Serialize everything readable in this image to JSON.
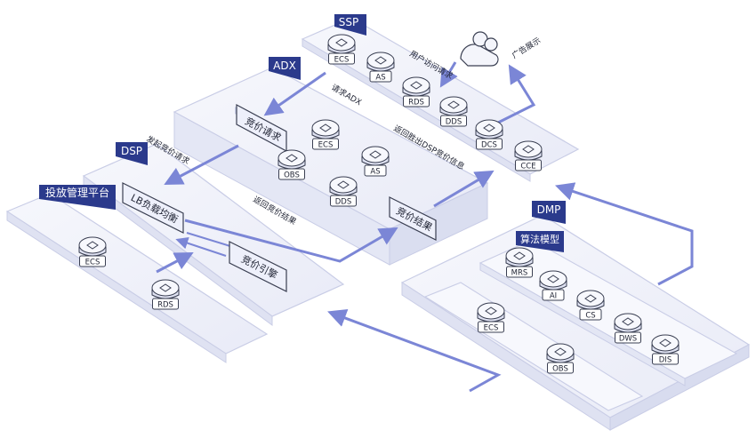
{
  "colors": {
    "platform_fill": "#f3f4fb",
    "platform_stroke": "#c9cde6",
    "arrow": "#7b86d6",
    "tag_fill": "#2b3a8c",
    "tag_text": "#ffffff",
    "badge_fill": "#ffffff",
    "badge_stroke": "#3a3f52",
    "box_fill": "#eef0fb",
    "text": "#1f2333"
  },
  "platforms": {
    "ssp": {
      "label": "SSP"
    },
    "adx": {
      "label": "ADX"
    },
    "dsp": {
      "label": "DSP"
    },
    "mgmt": {
      "label": "投放管理平台"
    },
    "dmp": {
      "label": "DMP"
    },
    "algo": {
      "label": "算法模型"
    }
  },
  "boxes": {
    "bid_request": "竞价请求",
    "bid_result": "竞价结果",
    "lb": "LB负载均衡",
    "bid_engine": "竞价引擎"
  },
  "services": [
    {
      "id": "ssp-ecs",
      "label": "ECS",
      "icon": "ecs-icon"
    },
    {
      "id": "ssp-as",
      "label": "AS",
      "icon": "as-icon"
    },
    {
      "id": "ssp-rds",
      "label": "RDS",
      "icon": "rds-icon"
    },
    {
      "id": "ssp-dds",
      "label": "DDS",
      "icon": "dds-icon"
    },
    {
      "id": "ssp-dcs",
      "label": "DCS",
      "icon": "dcs-icon"
    },
    {
      "id": "ssp-cce",
      "label": "CCE",
      "icon": "cce-icon"
    },
    {
      "id": "adx-ecs",
      "label": "ECS",
      "icon": "ecs-icon"
    },
    {
      "id": "adx-obs",
      "label": "OBS",
      "icon": "obs-icon"
    },
    {
      "id": "adx-as",
      "label": "AS",
      "icon": "as-icon"
    },
    {
      "id": "adx-dds",
      "label": "DDS",
      "icon": "dds-icon"
    },
    {
      "id": "mgmt-ecs",
      "label": "ECS",
      "icon": "ecs-icon"
    },
    {
      "id": "mgmt-rds",
      "label": "RDS",
      "icon": "rds-icon"
    },
    {
      "id": "dmp-mrs",
      "label": "MRS",
      "icon": "mrs-icon"
    },
    {
      "id": "dmp-ai",
      "label": "AI",
      "icon": "ai-icon"
    },
    {
      "id": "dmp-cs",
      "label": "CS",
      "icon": "cs-icon"
    },
    {
      "id": "dmp-dws",
      "label": "DWS",
      "icon": "dws-icon"
    },
    {
      "id": "dmp-dis",
      "label": "DIS",
      "icon": "dis-icon"
    },
    {
      "id": "dmp-ecs",
      "label": "ECS",
      "icon": "ecs-icon"
    },
    {
      "id": "dmp-obs",
      "label": "OBS",
      "icon": "obs-icon"
    }
  ],
  "flows": {
    "user_request": "用户访问请求",
    "ad_display": "广告展示",
    "request_adx": "请求ADX",
    "return_dsp": "返回胜出DSP竞价信息",
    "dsp_bid_request": "发起竞价请求",
    "return_bid_result": "返回竞价结果"
  },
  "user": {
    "icon": "user-icon"
  }
}
